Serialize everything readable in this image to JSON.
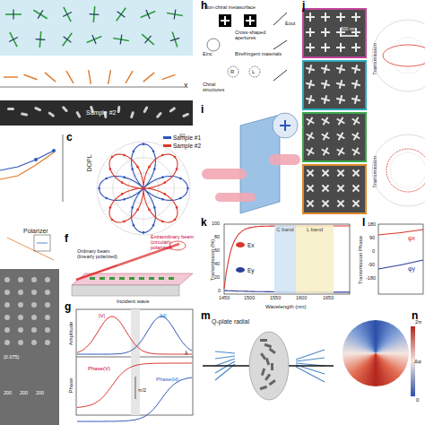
{
  "diagram": {
    "nodes": [
      {
        "text": [
          "C band"
        ]
      },
      {
        "text": [
          "L band"
        ]
      }
    ],
    "labels": [
      "c",
      "f",
      "g",
      "h",
      "i",
      "j",
      "k",
      "l",
      "m",
      "n",
      "x",
      "Sample #2",
      "DOPL",
      "Polarizer",
      "Ordinary beam (linearly polarized)",
      "Extraordinary beam (circularly polarized)",
      "Incident wave",
      "Amplitude",
      "Phase",
      "|V|",
      "|H|",
      "Phase(V)",
      "Phase(H)",
      "π/2",
      "λ",
      "Non-chiral metasurface",
      "Cross-shaped apertures",
      "Birefringent materials",
      "Chiral structures",
      "Einc",
      "Eout",
      "R",
      "L",
      "500 nm",
      "Transmission",
      "Transmission",
      "Transmission (%)",
      "Wavelength (nm)",
      "1450",
      "1500",
      "1550",
      "1600",
      "1650",
      "100",
      "80",
      "60",
      "40",
      "20",
      "0",
      "Transmission Phase",
      "180",
      "90",
      "0",
      "-90",
      "-180",
      "φx",
      "φy",
      "Q-plate radial",
      "2π",
      "0",
      "Δφ",
      "60",
      "(0.075)",
      "200",
      "200",
      "200"
    ],
    "legend": [
      {
        "text": "Sample #1",
        "color": "#2c54b8"
      },
      {
        "text": "Sample #2",
        "color": "#d9362b"
      },
      {
        "text": "Ex"
      },
      {
        "text": "Ey"
      }
    ]
  }
}
